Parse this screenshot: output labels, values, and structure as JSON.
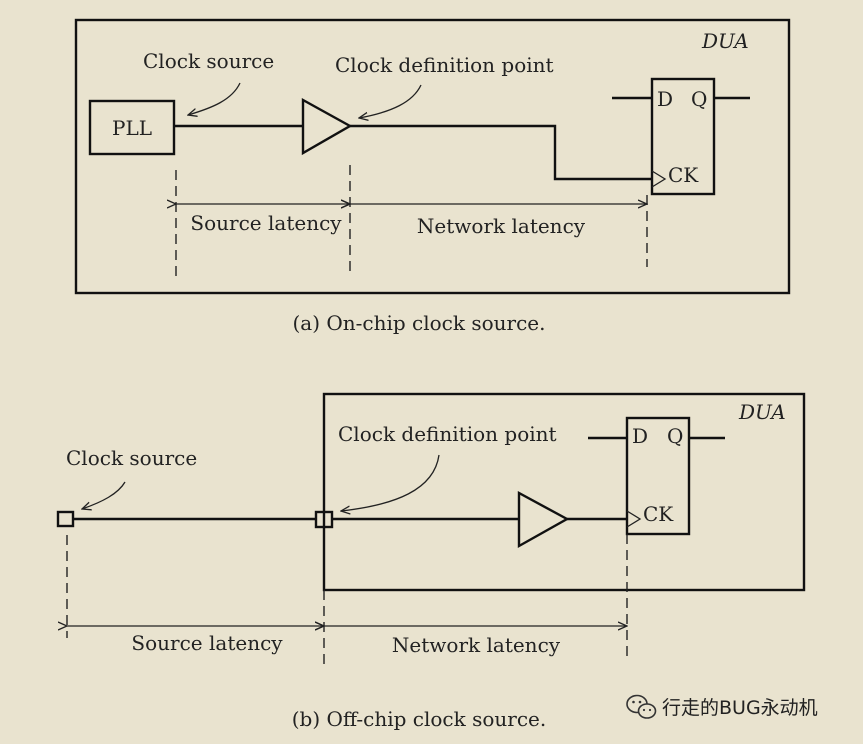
{
  "diagram_a": {
    "dua_label": "DUA",
    "clock_source_label": "Clock source",
    "clock_def_label": "Clock definition point",
    "pll_label": "PLL",
    "ff_d": "D",
    "ff_q": "Q",
    "ff_ck": "CK",
    "source_latency": "Source latency",
    "network_latency": "Network latency",
    "caption": "(a) On-chip clock source."
  },
  "diagram_b": {
    "dua_label": "DUA",
    "clock_source_label": "Clock source",
    "clock_def_label": "Clock definition point",
    "ff_d": "D",
    "ff_q": "Q",
    "ff_ck": "CK",
    "source_latency": "Source latency",
    "network_latency": "Network latency",
    "caption": "(b) Off-chip clock source."
  },
  "watermark": {
    "text": "行走的BUG永动机",
    "icon": "wechat-icon"
  }
}
